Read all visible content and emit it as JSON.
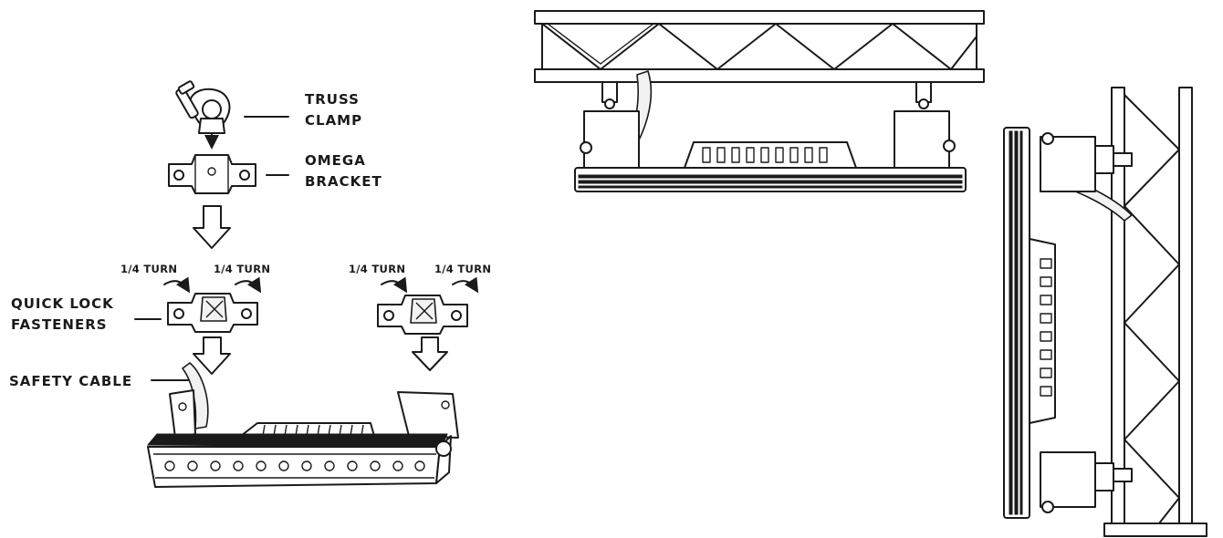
{
  "labels": {
    "truss_clamp_line1": "TRUSS",
    "truss_clamp_line2": "CLAMP",
    "omega_bracket_line1": "OMEGA",
    "omega_bracket_line2": "BRACKET",
    "quick_lock_line1": "QUICK LOCK",
    "quick_lock_line2": "FASTENERS",
    "safety_cable": "SAFETY CABLE",
    "quarter_turn": "1/4 TURN"
  },
  "colors": {
    "ink": "#1a1a1a",
    "background": "#ffffff"
  }
}
